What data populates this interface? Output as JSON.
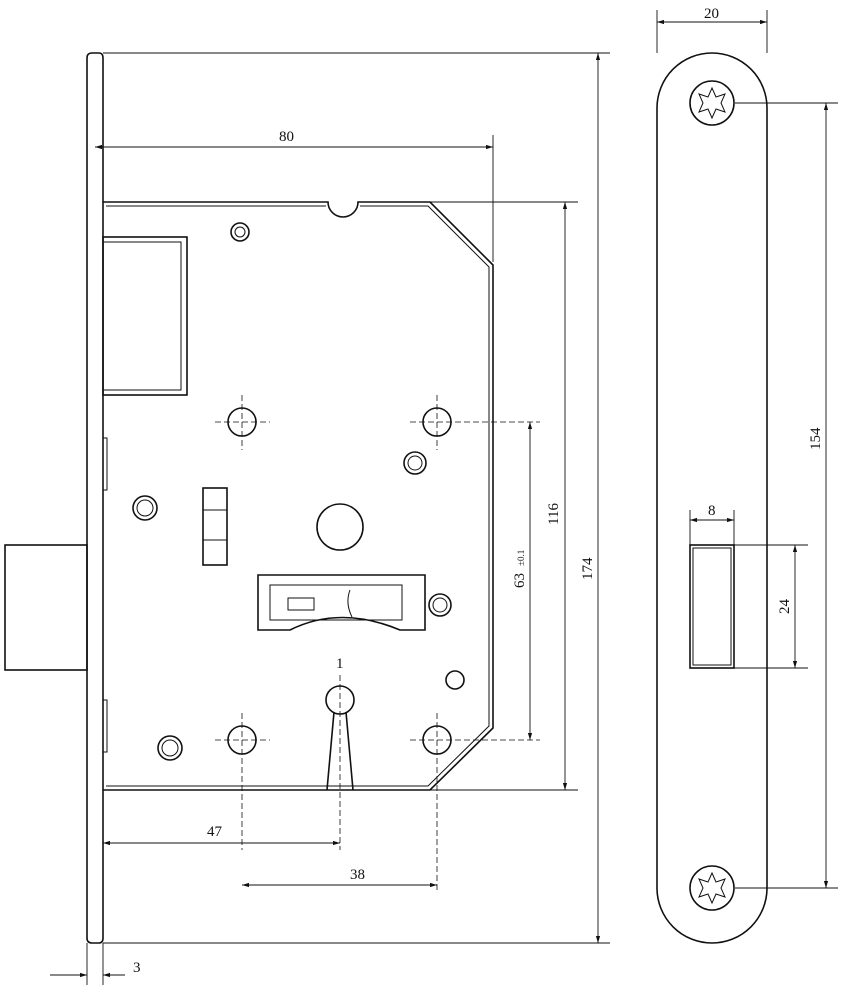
{
  "drawing": {
    "dimensions": {
      "body_depth": "80",
      "plate_height": "174",
      "body_height": "116",
      "screw_spacing": "63",
      "screw_tolerance": "±0.1",
      "backset": "47",
      "key_distance": "38",
      "plate_thickness": "3",
      "strike_width": "20",
      "strike_screw_spacing": "154",
      "opening_width": "8",
      "opening_height": "24"
    },
    "keyhole_mark": "1"
  }
}
